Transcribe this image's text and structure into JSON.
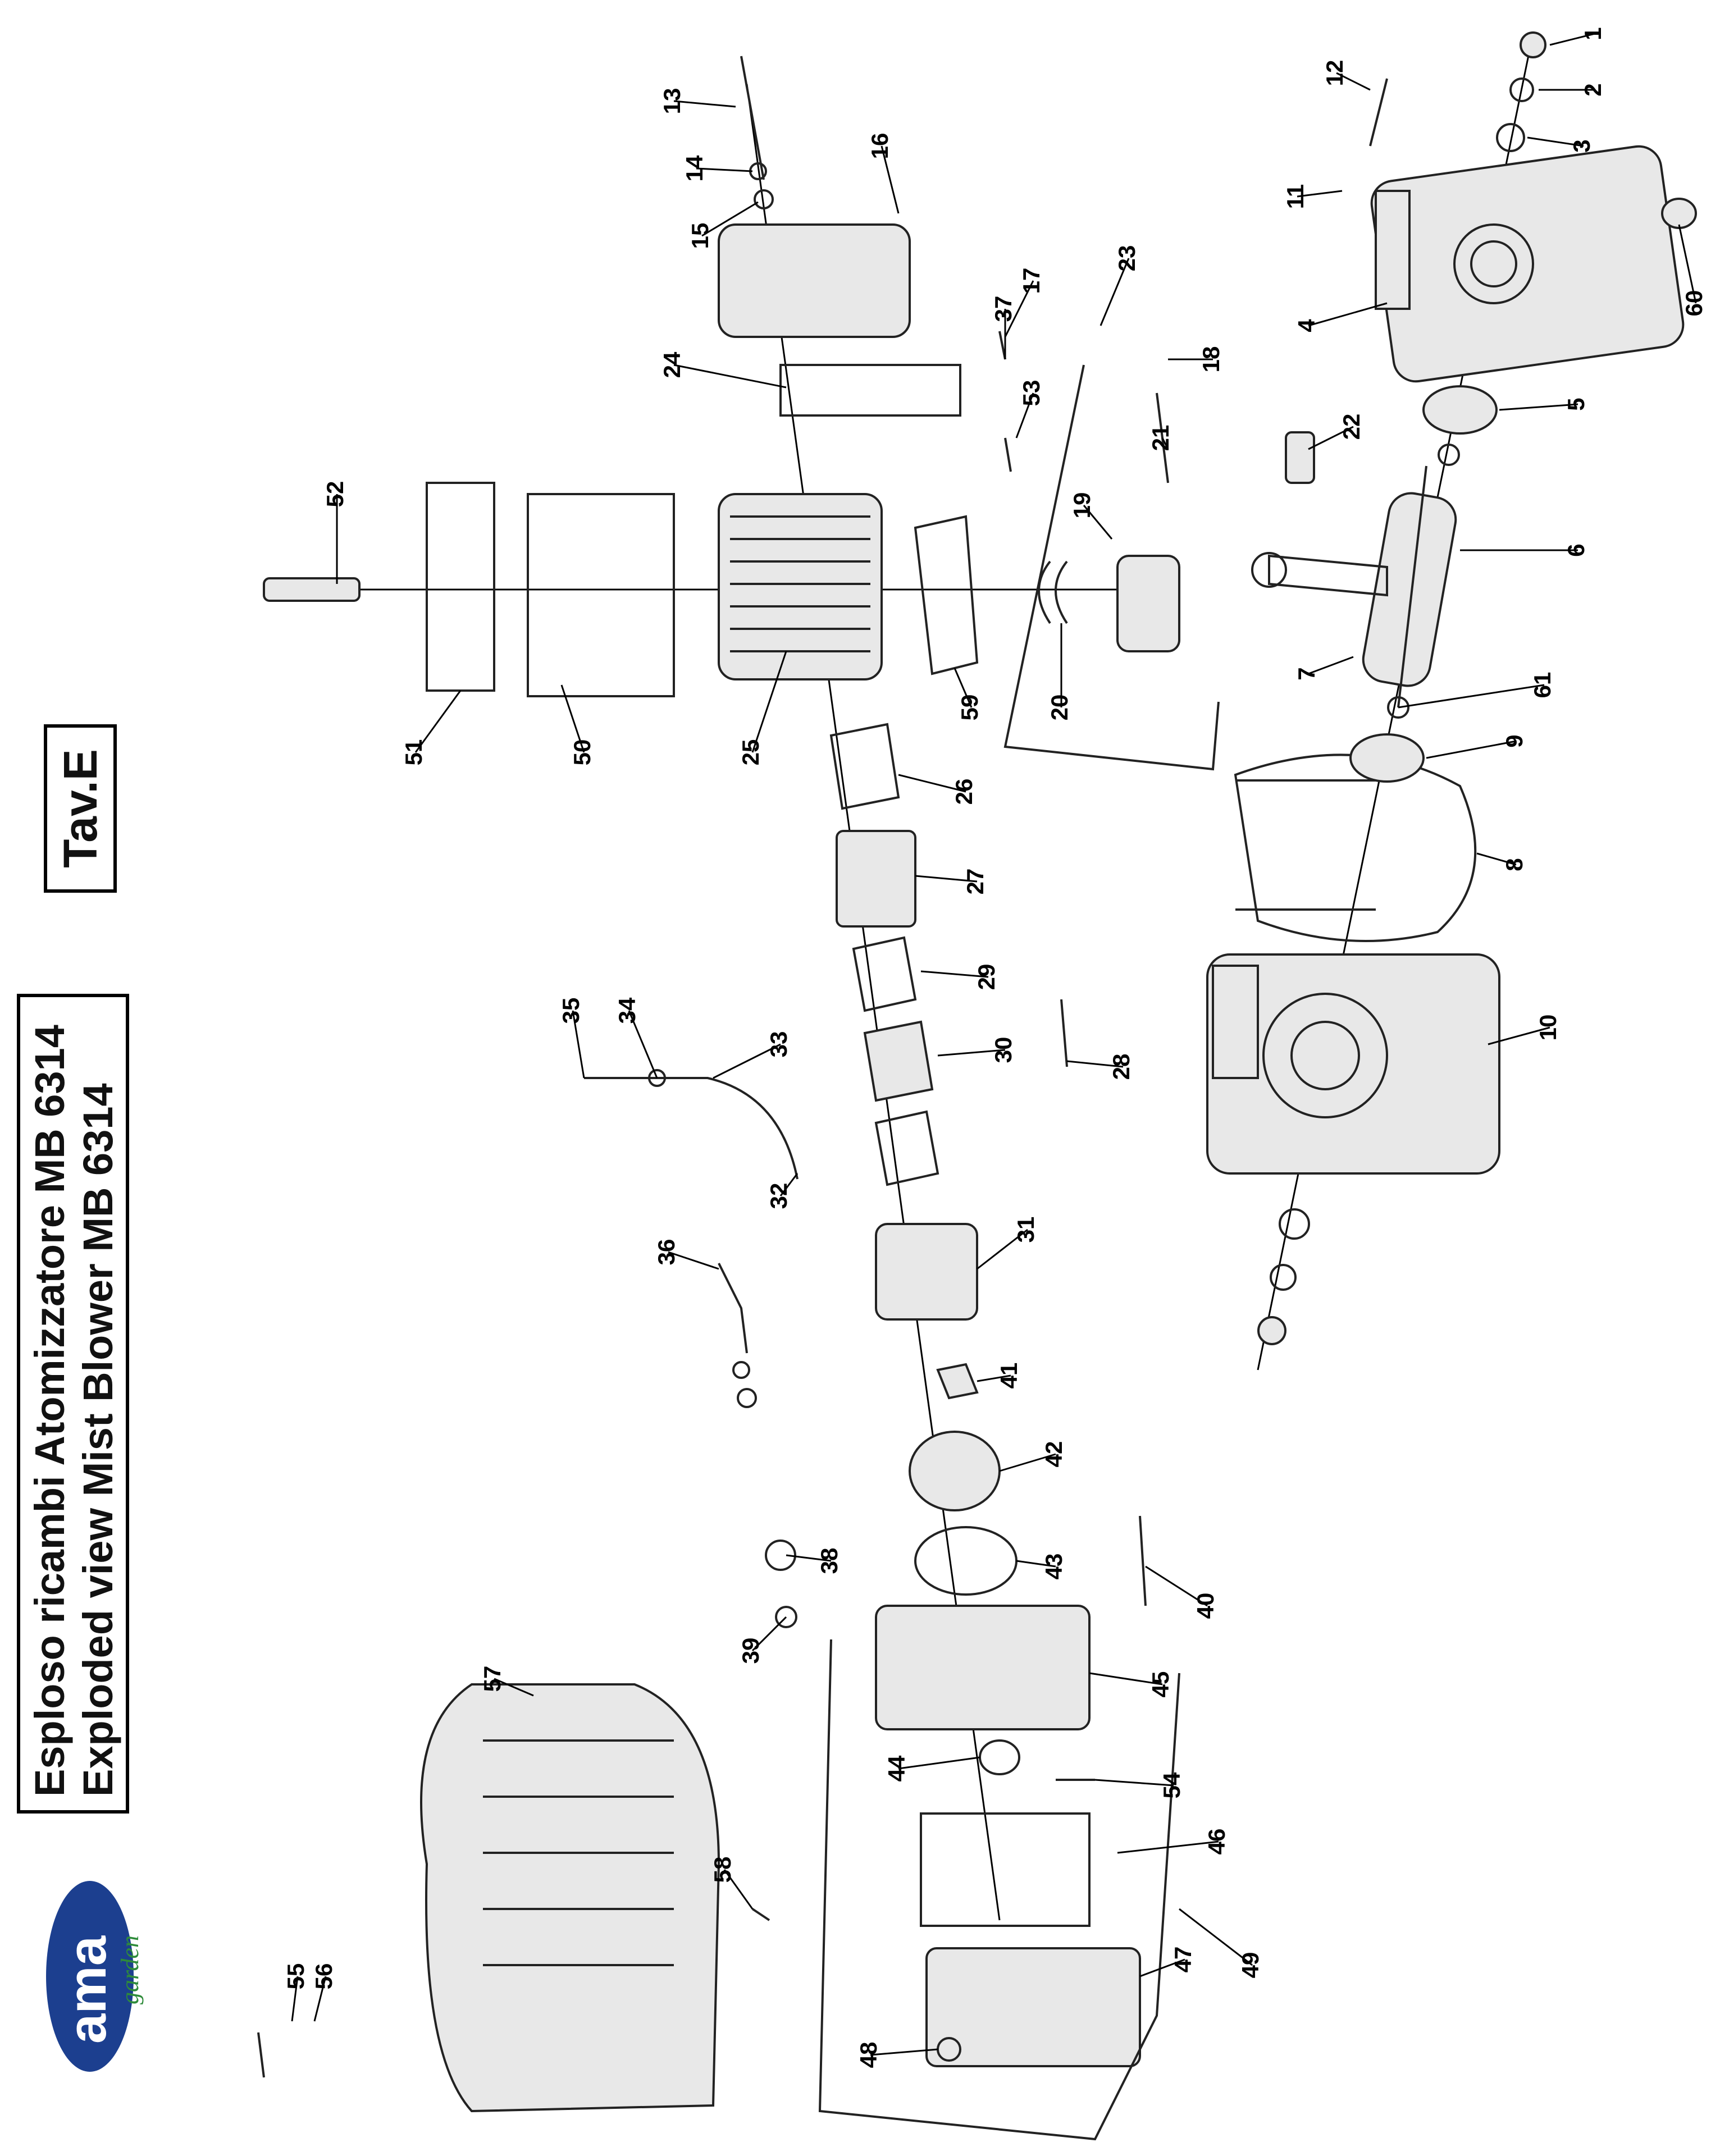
{
  "header": {
    "title_line1": "Esploso ricambi Atomizzatore MB 6314",
    "title_line2": "Exploded view Mist Blower MB 6314",
    "plate": "Tav.E"
  },
  "logo": {
    "brand": "ama",
    "sub": "garden",
    "color_brand": "#1c3f8f",
    "color_sub": "#2e8b3a"
  },
  "callouts": [
    "1",
    "2",
    "3",
    "4",
    "5",
    "6",
    "7",
    "8",
    "9",
    "10",
    "11",
    "12",
    "13",
    "14",
    "15",
    "16",
    "17",
    "18",
    "19",
    "20",
    "21",
    "22",
    "23",
    "24",
    "25",
    "26",
    "27",
    "28",
    "29",
    "30",
    "31",
    "32",
    "33",
    "34",
    "35",
    "36",
    "37",
    "38",
    "39",
    "40",
    "41",
    "42",
    "43",
    "44",
    "45",
    "46",
    "47",
    "48",
    "49",
    "50",
    "51",
    "52",
    "53",
    "54",
    "55",
    "56",
    "57",
    "58",
    "59",
    "60",
    "61"
  ]
}
